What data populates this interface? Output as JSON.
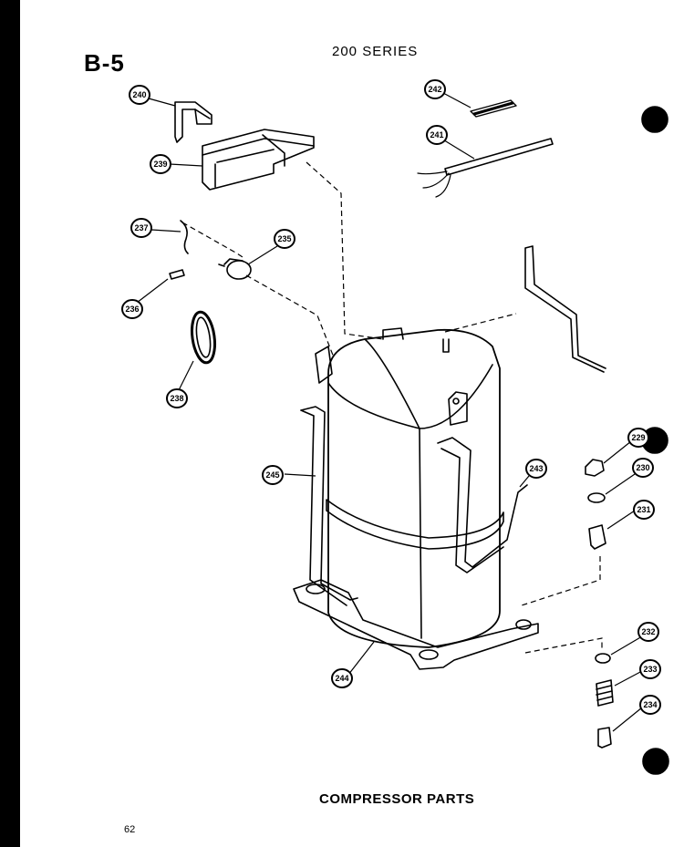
{
  "header": {
    "section": "B-5",
    "series": "200 SERIES"
  },
  "footer": {
    "caption": "COMPRESSOR PARTS",
    "page": "62"
  },
  "callouts": [
    "240",
    "239",
    "242",
    "241",
    "237",
    "235",
    "236",
    "238",
    "245",
    "243",
    "244",
    "229",
    "230",
    "231",
    "232",
    "233",
    "234"
  ]
}
